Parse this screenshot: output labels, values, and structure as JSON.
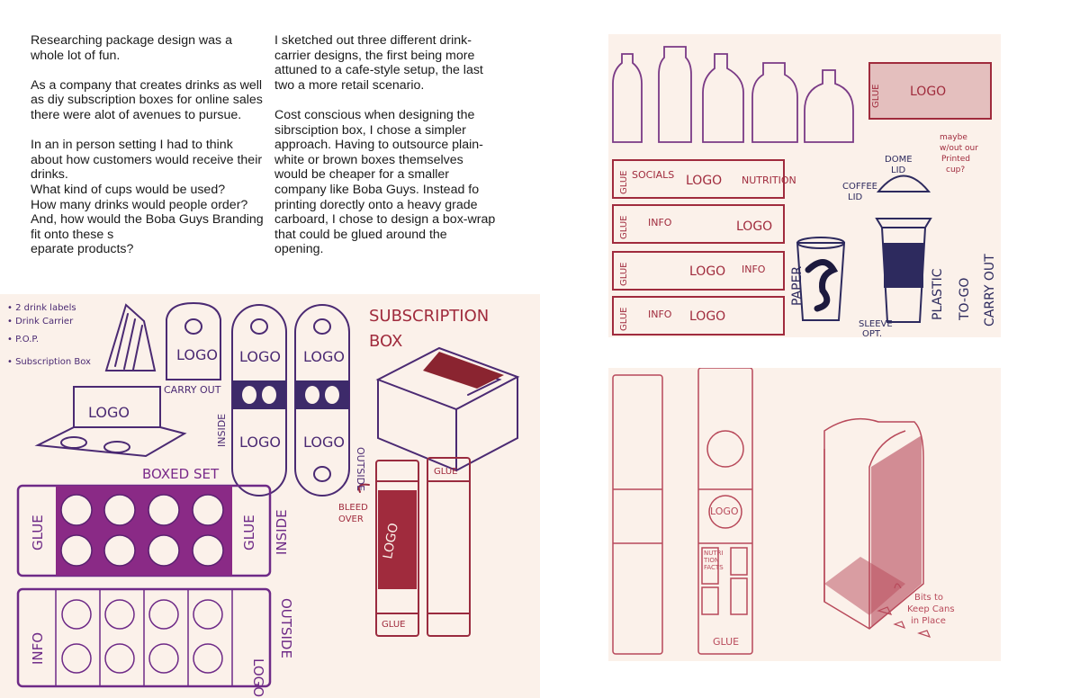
{
  "text": {
    "col1": [
      "Researching package design was a whole lot of fun.",
      "As a company that creates drinks as well as  diy subscription boxes for online sales there were alot of avenues to pursue.",
      "In an in person setting I had to think about how customers would receive their drinks.\nWhat kind of cups would be used?\nHow many drinks would people order?\nAnd, how would the Boba Guys Branding fit onto these s\neparate products?"
    ],
    "col2": [
      "I sketched out three different drink-carrier designs, the first being more attuned to a cafe-style setup, the last two a more retail scenario.",
      "Cost conscious when designing the sibrsciption box, I chose a simpler approach. Having to outsource plain-white or brown boxes themselves would be cheaper for a smaller company like Boba Guys. Instead fo printing dorectly onto a heavy grade carboard, I chose to design a box-wrap that could be glued around the opening."
    ]
  },
  "sketch_left": {
    "notes": [
      "• 2 drink labels",
      "• Drink Carrier",
      "• P.O.P.",
      "• Subscription Box"
    ],
    "logo": "LOGO",
    "carry_out": "CARRY OUT",
    "inside": "INSIDE",
    "outside": "OUTSIDE",
    "boxed_set": "BOXED SET",
    "glue": "GLUE",
    "info": "INFO",
    "subscription_line1": "SUBSCRIPTION",
    "subscription_line2": "BOX",
    "bleed_over_line1": "BLEED",
    "bleed_over_line2": "OVER"
  },
  "sketch_top_right": {
    "logo": "LOGO",
    "glue": "GLUE",
    "socials": "SOCIALS",
    "info": "INFO",
    "nutrition": "NUTRITION",
    "dome_lid_line1": "DOME",
    "dome_lid_line2": "LID",
    "coffee_lid_line1": "COFFEE",
    "coffee_lid_line2": "LID",
    "maybe_note": [
      "maybe",
      "w/out our",
      "Printed",
      "cup?"
    ],
    "paper": "PAPER",
    "plastic": "PLASTIC",
    "sleeve_opt_line1": "SLEEVE",
    "sleeve_opt_line2": "OPT.",
    "to_go": "TO-GO",
    "carry_out": "CARRY OUT"
  },
  "sketch_bottom_right": {
    "logo": "LOGO",
    "glue": "GLUE",
    "nutrition_facts": [
      "NUTRI",
      "TION",
      "FACTS"
    ],
    "bits_note": [
      "Bits to",
      "Keep Cans",
      "in Place"
    ]
  },
  "colors": {
    "panel_bg": "#fbf1ea",
    "purple": "#6a2b86",
    "magenta": "#8a2a86",
    "maroon": "#a02b3d",
    "rose": "#b8495a",
    "navy": "#2d2a5e"
  }
}
